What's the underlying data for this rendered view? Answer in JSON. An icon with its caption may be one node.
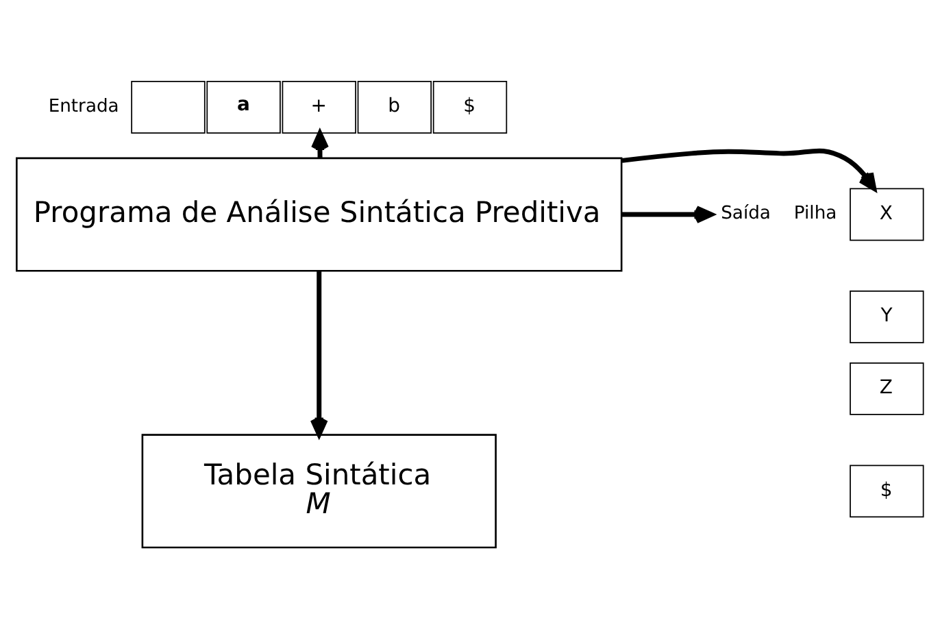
{
  "diagram": {
    "nodes": [
      {
        "text": [],
        "shape": "box"
      },
      {
        "text": [
          "a"
        ]
      },
      {
        "text": [
          "+"
        ]
      },
      {
        "text": [
          "b"
        ]
      },
      {
        "text": [
          "$"
        ]
      },
      {
        "text": [
          "X"
        ],
        "beside": [
          "Pilha"
        ]
      },
      {
        "text": [
          "Y"
        ]
      },
      {
        "text": [
          "Z"
        ]
      },
      {
        "text": [
          "$"
        ]
      },
      {
        "text": [
          "Programa de Análise Sintática Preditiva"
        ]
      },
      {
        "text": [
          "Saída"
        ]
      },
      {
        "text": [
          "Tabela Sintática",
          "M"
        ]
      }
    ],
    "edges": [
      {
        "from": 9,
        "to": 2,
        "arrow": "to"
      },
      {
        "from": 9,
        "to": 5,
        "arrow": "to"
      },
      {
        "from": 9,
        "to": 10,
        "arrow": "to"
      },
      {
        "from": 9,
        "to": 11,
        "arrow": "to"
      }
    ],
    "labels": [
      "Entrada"
    ]
  }
}
